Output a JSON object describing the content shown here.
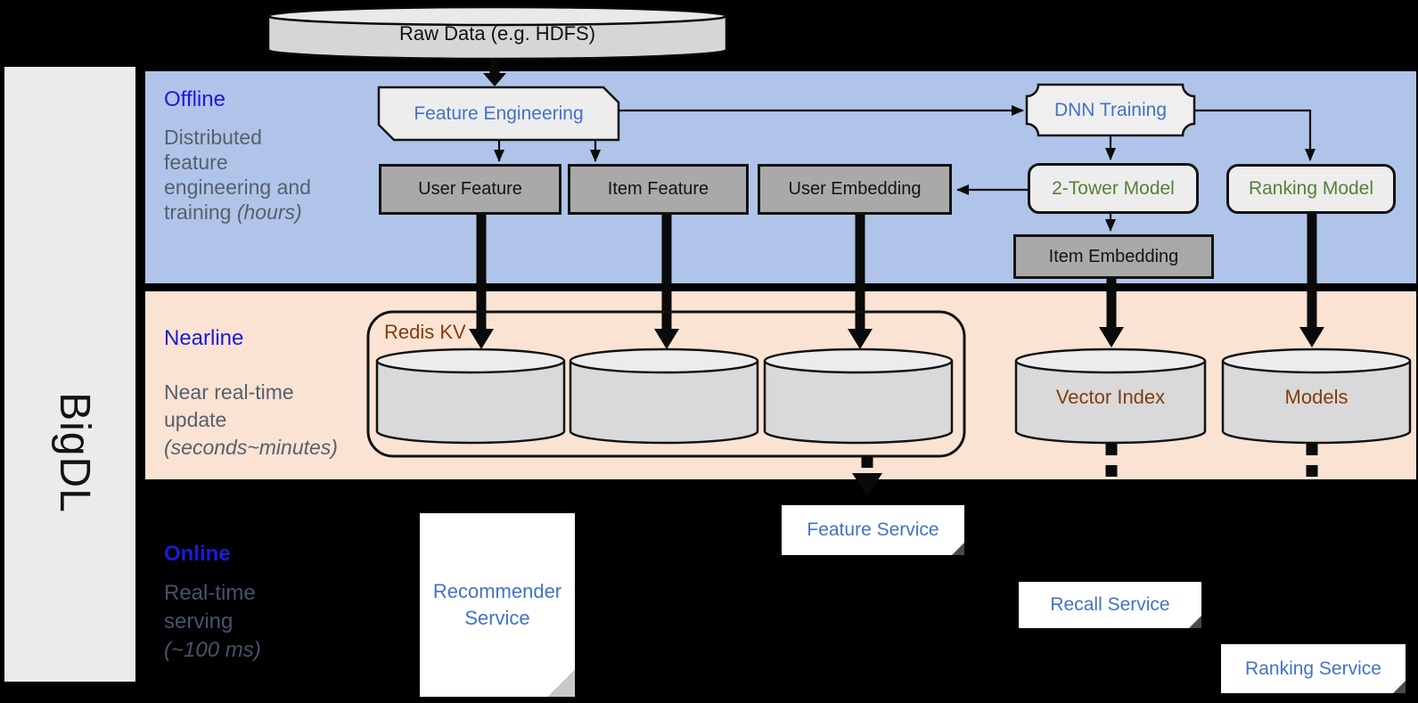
{
  "sidebar": {
    "brand": "BigDL"
  },
  "source": {
    "label": "Raw Data (e.g. HDFS)"
  },
  "offline": {
    "title": "Offline",
    "desc_lines": [
      "Distributed",
      "feature",
      "engineering and"
    ],
    "desc_tail_plain": "training ",
    "desc_tail_italic": "(hours)",
    "nodes": {
      "feature_engineering": "Feature Engineering",
      "dnn_training": "DNN Training",
      "user_feature": "User Feature",
      "item_feature": "Item Feature",
      "user_embedding": "User Embedding",
      "two_tower_model": "2-Tower Model",
      "ranking_model": "Ranking Model",
      "item_embedding": "Item Embedding"
    }
  },
  "nearline": {
    "title": "Nearline",
    "desc_lines": [
      "Near real-time",
      "update"
    ],
    "desc_tail_italic": "(seconds~minutes)",
    "redis_kv": "Redis KV",
    "vector_index": "Vector Index",
    "models": "Models"
  },
  "online": {
    "title": "Online",
    "desc_lines": [
      "Real-time",
      "serving"
    ],
    "desc_tail_italic": "(~100 ms)",
    "recommender_line1": "Recommender",
    "recommender_line2": "Service",
    "feature_service": "Feature Service",
    "recall_service": "Recall Service",
    "ranking_service": "Ranking Service"
  },
  "colors": {
    "offline_band": "#AFC4E8",
    "nearline_band": "#FAE3D3",
    "sidebar_gray": "#EBEBEB",
    "stage_background": "#000000",
    "band_title_blue": "#1B1BD6",
    "node_text_blue": "#4472C4",
    "node_text_green": "#548235",
    "storage_text_brown": "#843C0C",
    "muted_text_gray": "#57606C",
    "online_text_slate": "#44546A",
    "gray_node_fill": "#A9A9A9",
    "light_node_fill": "#EDEDED",
    "cylinder_fill": "#D9D9D9"
  }
}
